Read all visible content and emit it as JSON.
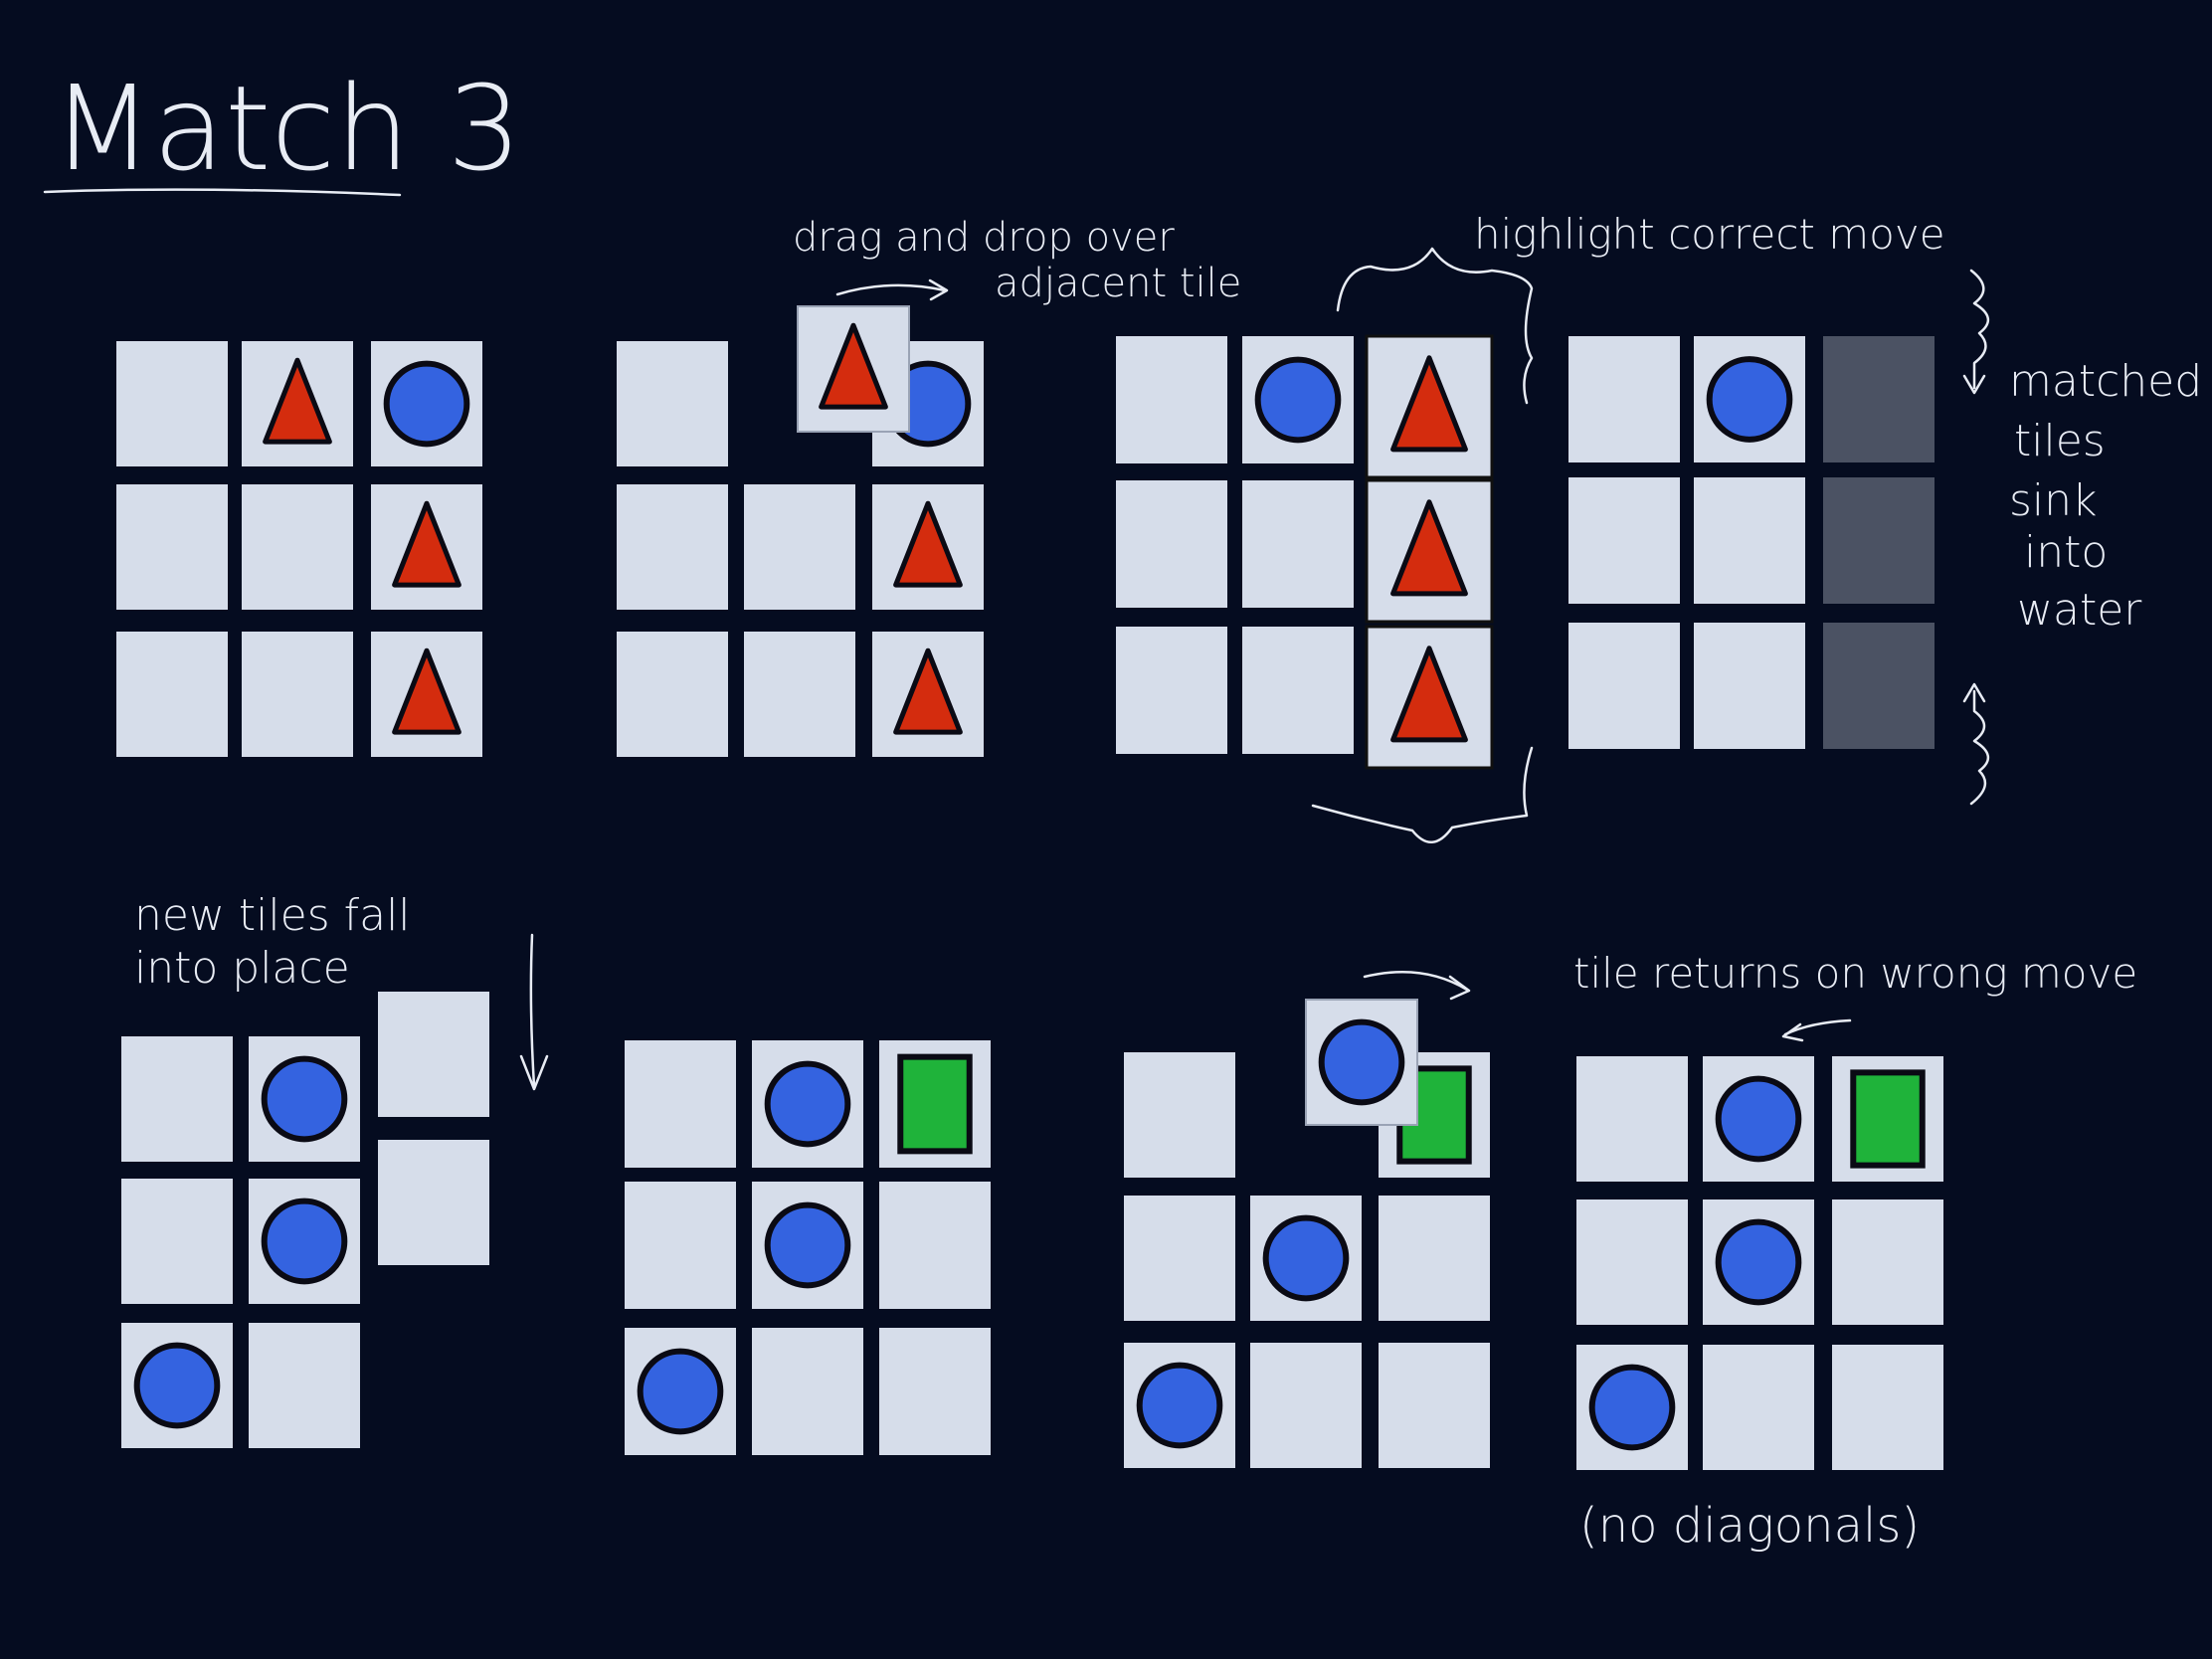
{
  "title": "Match 3",
  "annotations": {
    "drag": [
      "drag and drop over",
      "adjacent tile"
    ],
    "highlight": "highlight correct move",
    "matched": [
      "matched",
      "tiles",
      "sink",
      "into",
      "water"
    ],
    "fall": [
      "new tiles fall",
      "into place"
    ],
    "returns": "tile returns on wrong move",
    "nodiag": "(no diagonals)"
  },
  "colors": {
    "background": "#050c20",
    "tile": "#d6ddea",
    "sunk_tile": "#4b5263",
    "triangle": "#d42c0e",
    "circle": "#3463e0",
    "square": "#1fb33a",
    "outline": "#0a0a14",
    "ink": "#e8ecf4"
  },
  "boards": [
    {
      "id": "initial-board",
      "grid": [
        [
          "",
          "triangle",
          "circle"
        ],
        [
          "",
          "",
          "triangle"
        ],
        [
          "",
          "",
          "triangle"
        ]
      ]
    },
    {
      "id": "drag-board",
      "grid": [
        [
          "",
          "",
          "circle"
        ],
        [
          "",
          "",
          "triangle"
        ],
        [
          "",
          "",
          "triangle"
        ]
      ],
      "dragged": "triangle"
    },
    {
      "id": "highlight-board",
      "grid": [
        [
          "",
          "circle",
          "triangle"
        ],
        [
          "",
          "",
          "triangle"
        ],
        [
          "",
          "",
          "triangle"
        ]
      ],
      "highlight_column": 2
    },
    {
      "id": "sink-board",
      "grid": [
        [
          "",
          "circle",
          "sunk"
        ],
        [
          "",
          "",
          "sunk"
        ],
        [
          "",
          "",
          "sunk"
        ]
      ]
    },
    {
      "id": "fall-board",
      "grid": [
        [
          "",
          "circle"
        ],
        [
          "",
          "circle"
        ],
        [
          "circle",
          ""
        ]
      ],
      "falling": 2
    },
    {
      "id": "filled-board",
      "grid": [
        [
          "",
          "circle",
          "square"
        ],
        [
          "",
          "circle",
          ""
        ],
        [
          "circle",
          "",
          ""
        ]
      ]
    },
    {
      "id": "wrong-drag-board",
      "grid": [
        [
          "",
          "",
          "square"
        ],
        [
          "",
          "circle",
          ""
        ],
        [
          "circle",
          "",
          ""
        ]
      ],
      "dragged": "circle"
    },
    {
      "id": "returned-board",
      "grid": [
        [
          "",
          "circle",
          "square"
        ],
        [
          "",
          "circle",
          ""
        ],
        [
          "circle",
          "",
          ""
        ]
      ]
    }
  ]
}
